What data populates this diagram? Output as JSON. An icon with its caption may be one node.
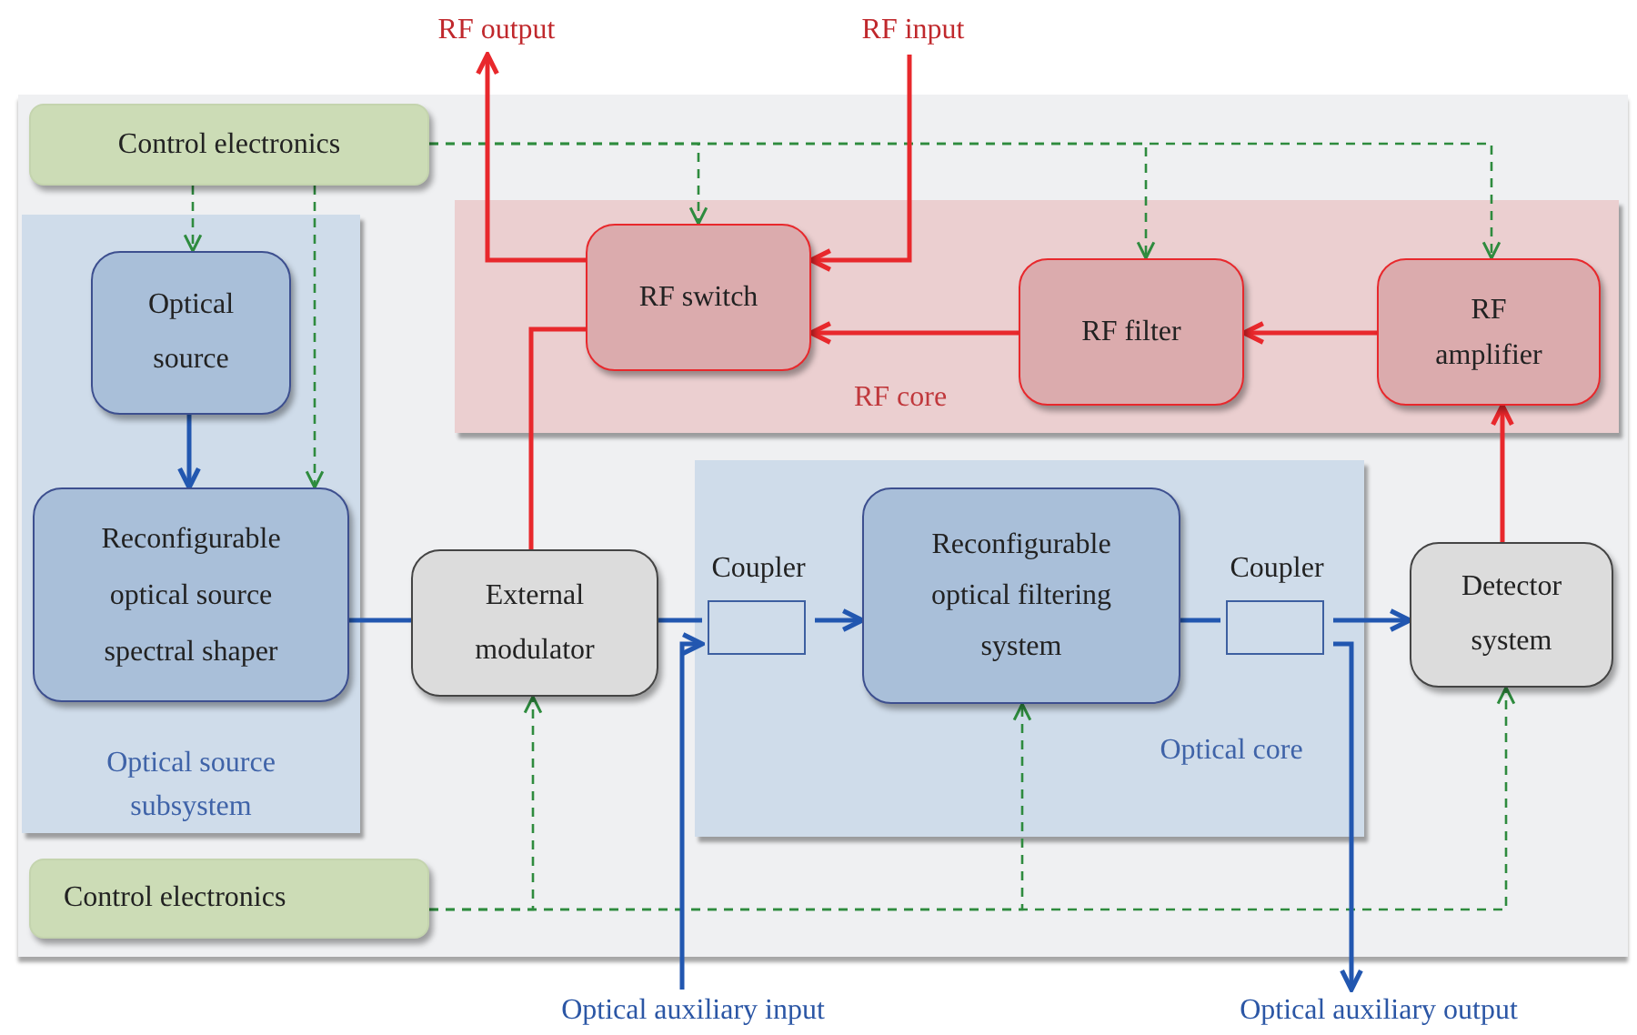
{
  "diagram": {
    "nodes": [
      {
        "text": [
          "Control electronics"
        ]
      },
      {
        "text": [
          "Optical source subsystem"
        ]
      },
      {
        "text": [
          "Optical source"
        ],
        "in": 1
      },
      {
        "text": [
          "Reconfigurable optical source spectral shaper"
        ],
        "in": 1
      },
      {
        "text": [
          "RF core"
        ]
      },
      {
        "text": [
          "RF switch"
        ],
        "in": 4
      },
      {
        "text": [
          "RF filter"
        ],
        "in": 4
      },
      {
        "text": [
          "RF amplifier"
        ],
        "in": 4
      },
      {
        "text": [
          "External modulator"
        ]
      },
      {
        "text": [
          "Optical core"
        ]
      },
      {
        "text": [
          "Coupler"
        ],
        "in": 9
      },
      {
        "text": [
          "Reconfigurable optical filtering system"
        ],
        "in": 9
      },
      {
        "text": [
          "Coupler"
        ],
        "in": 9
      },
      {
        "text": [
          "Detector system"
        ]
      },
      {
        "text": [
          "Control electronics"
        ]
      },
      {
        "text": [
          "RF output"
        ]
      },
      {
        "text": [
          "RF input"
        ]
      },
      {
        "text": [
          "Optical auxiliary input"
        ]
      },
      {
        "text": [
          "Optical auxiliary output"
        ]
      }
    ],
    "edges": [
      {
        "from": 0,
        "to": 2,
        "arrow": "to",
        "style": "dashed",
        "color": "#2e8b3e"
      },
      {
        "from": 0,
        "to": 3,
        "arrow": "to",
        "style": "dashed",
        "color": "#2e8b3e"
      },
      {
        "from": 0,
        "to": 5,
        "arrow": "to",
        "style": "dashed",
        "color": "#2e8b3e"
      },
      {
        "from": 0,
        "to": 6,
        "arrow": "to",
        "style": "dashed",
        "color": "#2e8b3e"
      },
      {
        "from": 0,
        "to": 7,
        "arrow": "to",
        "style": "dashed",
        "color": "#2e8b3e"
      },
      {
        "from": 14,
        "to": 8,
        "arrow": "to",
        "style": "dashed",
        "color": "#2e8b3e"
      },
      {
        "from": 14,
        "to": 11,
        "arrow": "to",
        "style": "dashed",
        "color": "#2e8b3e"
      },
      {
        "from": 14,
        "to": 13,
        "arrow": "to",
        "style": "dashed",
        "color": "#2e8b3e"
      },
      {
        "from": 2,
        "to": 3,
        "arrow": "to",
        "color": "#2257b0"
      },
      {
        "from": 3,
        "to": 8,
        "arrow": "none",
        "color": "#2257b0"
      },
      {
        "from": 8,
        "to": 10,
        "arrow": "none",
        "color": "#2257b0"
      },
      {
        "from": 10,
        "to": 11,
        "arrow": "to",
        "color": "#2257b0"
      },
      {
        "from": 11,
        "to": 12,
        "arrow": "none",
        "color": "#2257b0"
      },
      {
        "from": 12,
        "to": 13,
        "arrow": "to",
        "color": "#2257b0"
      },
      {
        "from": 17,
        "to": 10,
        "arrow": "to",
        "color": "#2257b0"
      },
      {
        "from": 12,
        "to": 18,
        "arrow": "to",
        "color": "#2257b0"
      },
      {
        "from": 5,
        "to": 15,
        "arrow": "to",
        "color": "#e8282c"
      },
      {
        "from": 16,
        "to": 5,
        "arrow": "to",
        "color": "#e8282c"
      },
      {
        "from": 6,
        "to": 5,
        "arrow": "to",
        "color": "#e8282c"
      },
      {
        "from": 7,
        "to": 6,
        "arrow": "to",
        "color": "#e8282c"
      },
      {
        "from": 13,
        "to": 7,
        "arrow": "to",
        "color": "#e8282c"
      },
      {
        "from": 8,
        "to": 5,
        "arrow": "none",
        "color": "#e8282c"
      }
    ]
  }
}
